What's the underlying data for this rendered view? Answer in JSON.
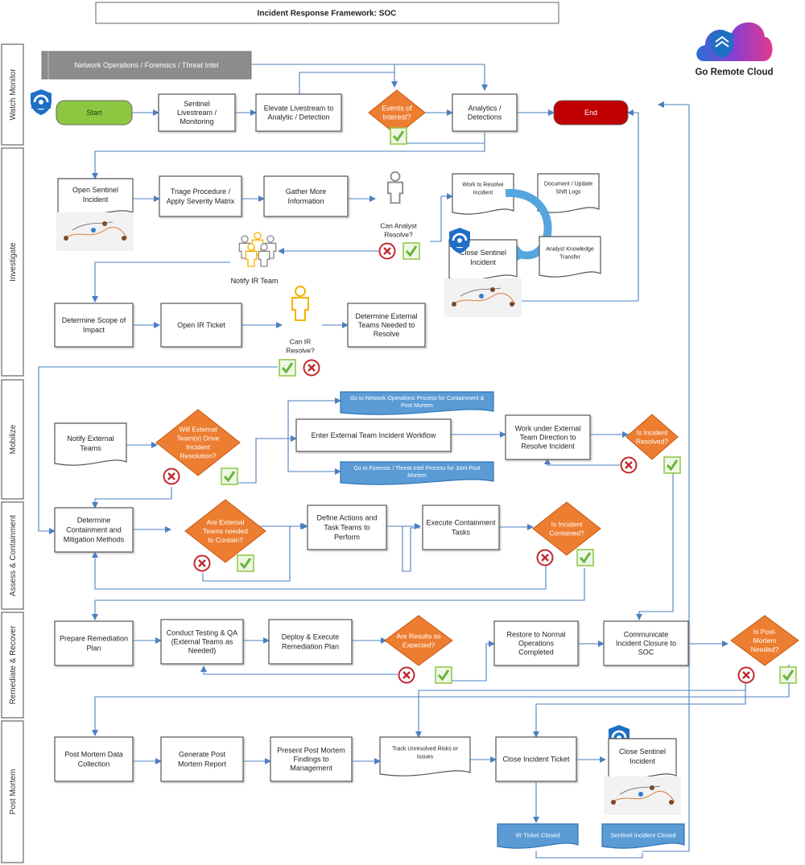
{
  "title": "Incident Response Framework: SOC",
  "brand": {
    "name": "Go Remote Cloud"
  },
  "colors": {
    "start": "#8dc641",
    "end": "#c00000",
    "decision": "#ed7d31",
    "banner": "#5b9bd5",
    "gray": "#8c8c8c",
    "connector": "#4a7fc0",
    "lane_line": "#7f7f7f"
  },
  "lanes": [
    {
      "label": "Watch Monitor"
    },
    {
      "label": "Investigate"
    },
    {
      "label": "Mobilize"
    },
    {
      "label": "Assess & Containment"
    },
    {
      "label": "Remediate & Recover"
    },
    {
      "label": "Post Mortem"
    }
  ],
  "watch": {
    "gray_bar": "Network Operations / Forensics / Threat Intel",
    "start": "Start",
    "livestream": [
      "Sentinel",
      "Livestream /",
      "Monitoring"
    ],
    "elevate": [
      "Elevate Livestream to",
      "Analytic / Detection"
    ],
    "events": [
      "Events of",
      "Interest?"
    ],
    "analytics": [
      "Analytics /",
      "Detections"
    ],
    "end": "End"
  },
  "investigate": {
    "open_incident": [
      "Open Sentinel",
      "Incident"
    ],
    "triage": [
      "Triage Procedure /",
      "Apply Severity Matrix"
    ],
    "gather": [
      "Gather More",
      "Information"
    ],
    "can_analyst": [
      "Can Analyst",
      "Resolve?"
    ],
    "work_resolve": [
      "Work to Resolve",
      "Incident"
    ],
    "document_logs": [
      "Document / Update",
      "Shift Logs"
    ],
    "knowledge": [
      "Analyst Knowledge",
      "Transfer"
    ],
    "close_incident": [
      "Close Sentinel",
      "Incident"
    ],
    "notify_ir": "Notify IR Team",
    "scope": [
      "Determine Scope of",
      "Impact"
    ],
    "ir_ticket": "Open IR Ticket",
    "can_ir": [
      "Can IR",
      "Resolve?"
    ],
    "external_needed": [
      "Determine External",
      "Teams Needed to",
      "Resolve"
    ]
  },
  "mobilize": {
    "notify_external": [
      "Notify External",
      "Teams"
    ],
    "will_external": [
      "Will External",
      "Team(s) Drive",
      "Incident",
      "Resolution?"
    ],
    "banner_netops": [
      "Go to Network Operations Process for Containment &",
      "Post Mortem"
    ],
    "enter_workflow": "Enter External Team Incident Workflow",
    "banner_forensic": [
      "Go to Forensic / Threat Intel Process for Joint Post",
      "Mortem"
    ],
    "work_under": [
      "Work under External",
      "Team Direction to",
      "Resolve Incident"
    ],
    "is_resolved": [
      "Is Incident",
      "Resolved?"
    ]
  },
  "assess": {
    "determine_containment": [
      "Determine",
      "Containment and",
      "Mitigation Methods"
    ],
    "are_external": [
      "Are External",
      "Teams needed",
      "to Contain?"
    ],
    "define_actions": [
      "Define Actions and",
      "Task Teams to",
      "Perform"
    ],
    "execute": [
      "Execute Containment",
      "Tasks"
    ],
    "is_contained": [
      "Is Incident",
      "Contained?"
    ]
  },
  "remediate": {
    "prepare": [
      "Prepare Remediation",
      "Plan"
    ],
    "testing": [
      "Conduct Testing & QA",
      "(External Teams as",
      "Needed)"
    ],
    "deploy": [
      "Deploy & Execute",
      "Remediation Plan"
    ],
    "results": [
      "Are Results as",
      "Expected?"
    ],
    "restore": [
      "Restore to Normal",
      "Operations",
      "Completed"
    ],
    "communicate": [
      "Communicate",
      "Incident Closure to",
      "SOC"
    ],
    "post_mortem_q": [
      "Is Post-",
      "Mortem",
      "Needed?"
    ]
  },
  "postmortem": {
    "collection": [
      "Post Mortem Data",
      "Collection"
    ],
    "generate": [
      "Generate Post",
      "Mortem Report"
    ],
    "present": [
      "Present Post Mortem",
      "Findings to",
      "Management"
    ],
    "track": [
      "Track Unresolved Risks or",
      "Issues"
    ],
    "close_ticket": "Close Incident Ticket",
    "close_sentinel": [
      "Close Sentinel",
      "Incident"
    ],
    "ir_closed": "IR Ticket Closed",
    "sentinel_closed": "Sentinel Incident Closed"
  }
}
